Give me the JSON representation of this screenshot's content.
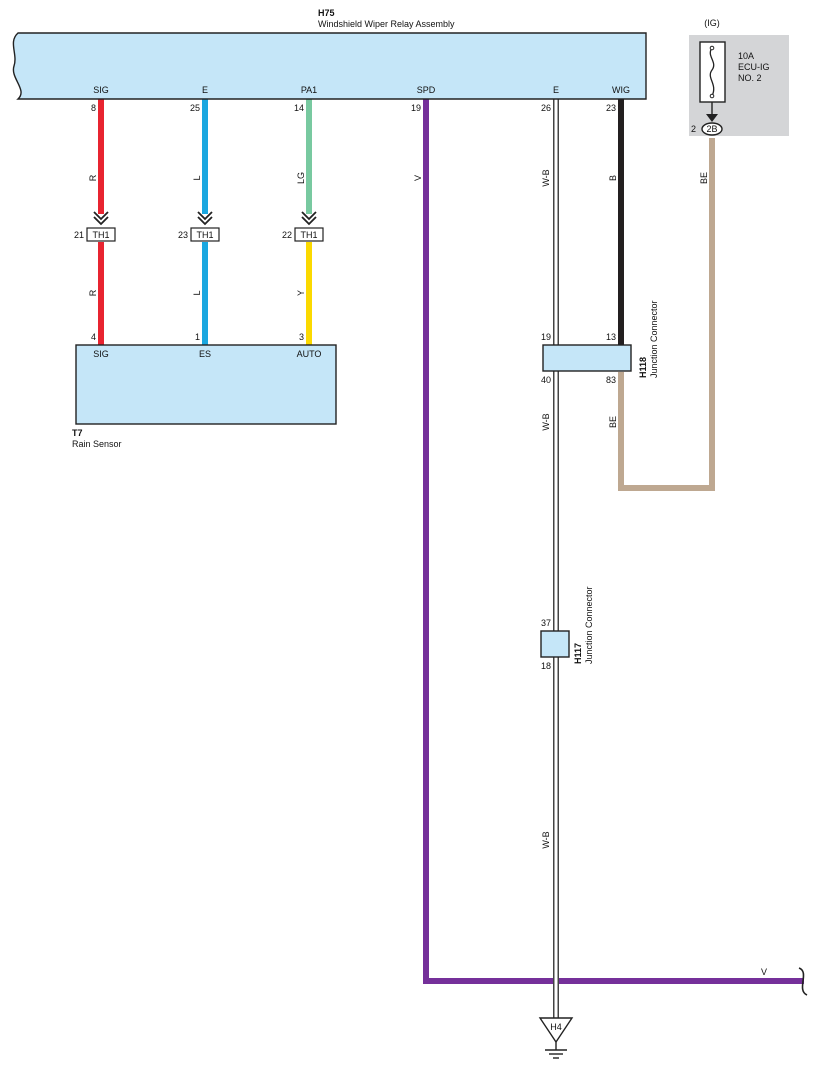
{
  "colors": {
    "component_fill": "#c5e6f8",
    "fuse_box_fill": "#d4d5d7",
    "red": "#e82430",
    "blue": "#1aa7e0",
    "light_green": "#78c9a0",
    "yellow": "#fbd900",
    "violet": "#75309a",
    "black": "#231f20",
    "white_black_outer": "#444444",
    "white_black_inner": "#ffffff",
    "beige": "#bea891"
  },
  "relay": {
    "code": "H75",
    "name": "Windshield Wiper Relay Assembly",
    "terminals": [
      {
        "name": "SIG",
        "pin": "8"
      },
      {
        "name": "E",
        "pin": "25"
      },
      {
        "name": "PA1",
        "pin": "14"
      },
      {
        "name": "SPD",
        "pin": "19"
      },
      {
        "name": "E",
        "pin": "26"
      },
      {
        "name": "WIG",
        "pin": "23"
      }
    ]
  },
  "fuse": {
    "supply": "(IG)",
    "rating": "10A",
    "name_line1": "ECU-IG",
    "name_line2": "NO. 2",
    "pin": "2",
    "connector": "2B"
  },
  "inline_connectors": [
    {
      "code": "TH1",
      "pin": "21"
    },
    {
      "code": "TH1",
      "pin": "23"
    },
    {
      "code": "TH1",
      "pin": "22"
    }
  ],
  "wire_colors": {
    "sig_upper": "R",
    "sig_lower": "R",
    "e_upper": "L",
    "e_lower": "L",
    "pa1_upper": "LG",
    "pa1_lower": "Y",
    "spd": "V",
    "spd_bottom": "V",
    "ground_upper": "W-B",
    "ground_mid": "W-B",
    "ground_lower": "W-B",
    "wig": "B",
    "fuse_out": "BE",
    "beige_lower": "BE"
  },
  "rain_sensor": {
    "code": "T7",
    "name": "Rain Sensor",
    "terminals": [
      {
        "name": "SIG",
        "pin": "4"
      },
      {
        "name": "ES",
        "pin": "1"
      },
      {
        "name": "AUTO",
        "pin": "3"
      }
    ]
  },
  "junction_h118": {
    "code": "H118",
    "name": "Junction Connector",
    "pins": {
      "top_left": "19",
      "top_right": "13",
      "bottom_left": "40",
      "bottom_right": "83"
    }
  },
  "junction_h117": {
    "code": "H117",
    "name": "Junction Connector",
    "pins": {
      "top": "37",
      "bottom": "18"
    }
  },
  "ground": {
    "code": "H4"
  }
}
